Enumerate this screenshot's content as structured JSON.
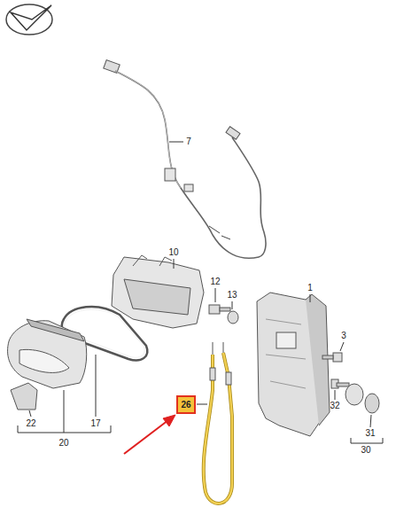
{
  "diagram": {
    "nodes": [
      {
        "text": [
          "26"
        ]
      }
    ],
    "labels": [
      "7",
      "10",
      "12",
      "13",
      "1",
      "3",
      "32",
      "22",
      "20",
      "17",
      "31",
      "30"
    ]
  }
}
